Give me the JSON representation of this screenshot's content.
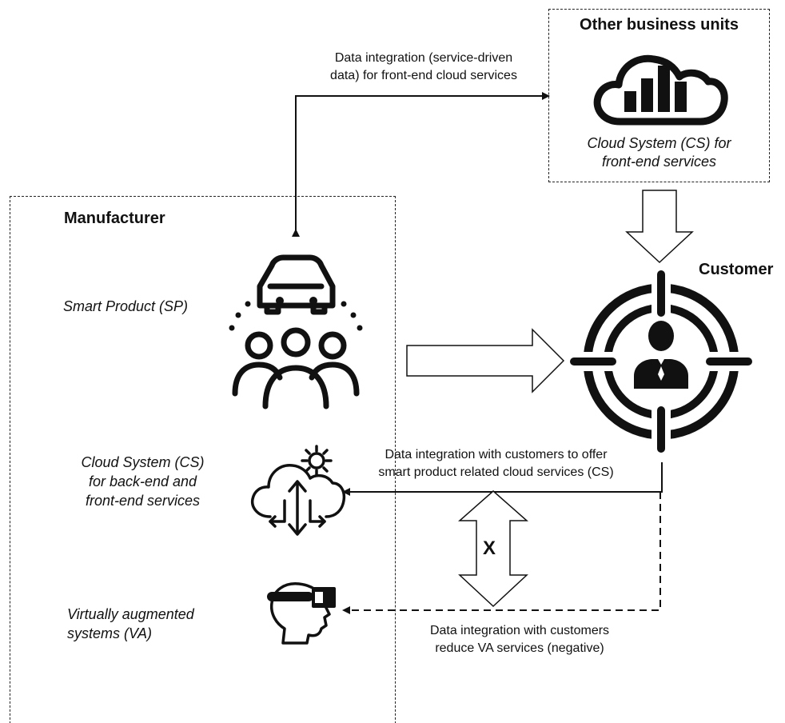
{
  "other_units": {
    "title": "Other business units",
    "cs_label": "Cloud System (CS) for\nfront-end services"
  },
  "manufacturer": {
    "title": "Manufacturer",
    "sp_label": "Smart Product (SP)",
    "cs_label": "Cloud System (CS)\nfor back-end and\nfront-end services",
    "va_label": "Virtually augmented\nsystems (VA)"
  },
  "customer": {
    "title": "Customer"
  },
  "links": {
    "top_label": "Data integration (service-driven\ndata) for front-end cloud services",
    "cs_label": "Data integration with customers to offer\nsmart product related cloud services (CS)",
    "va_label": "Data integration with customers\nreduce VA services (negative)",
    "x_mark": "X"
  },
  "icons": {
    "cloud_chart": "cloud-chart-icon",
    "smart_product": "car-people-icon",
    "cloud_gear": "cloud-gear-arrows-icon",
    "vr_headset": "vr-headset-icon",
    "customer_target": "customer-target-icon"
  }
}
